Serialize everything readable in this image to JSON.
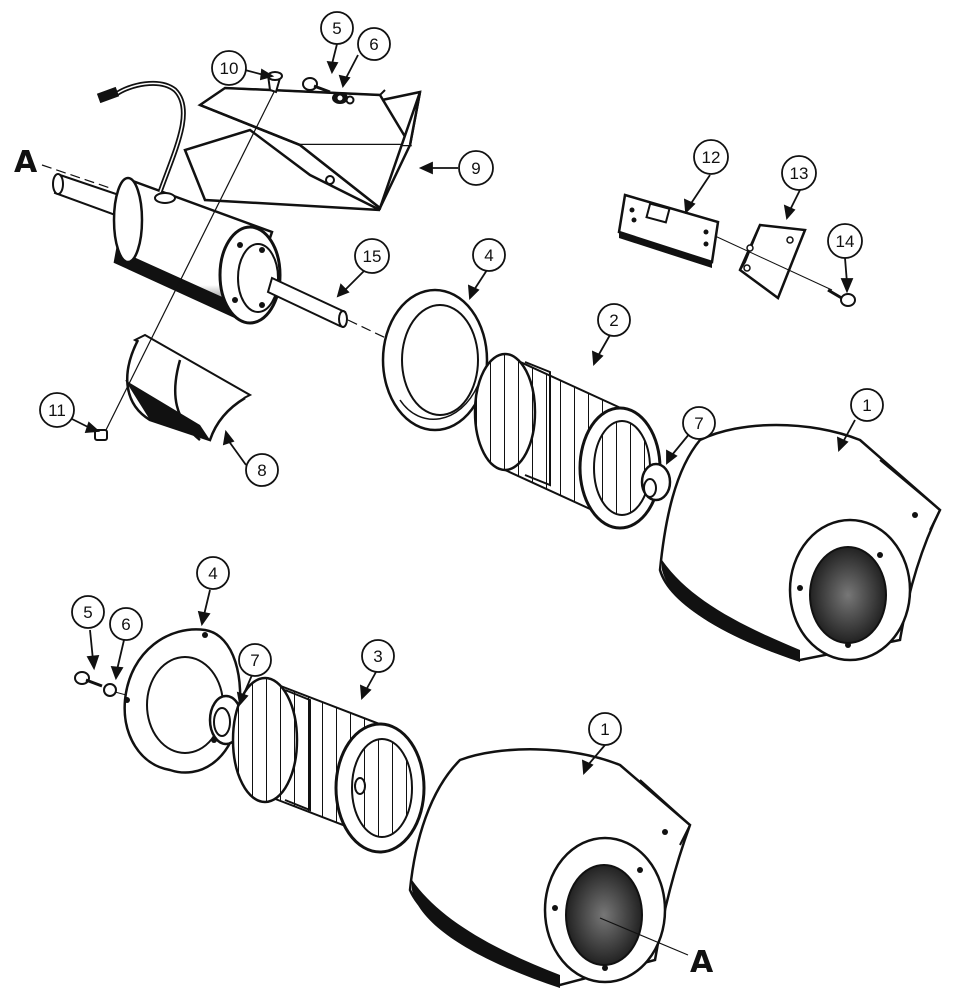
{
  "diagram": {
    "callouts": {
      "c5_top": "5",
      "c6_top": "6",
      "c10": "10",
      "c9": "9",
      "c12": "12",
      "c13": "13",
      "c14": "14",
      "c15": "15",
      "c4_top": "4",
      "c2": "2",
      "c1_top": "1",
      "c7_top": "7",
      "c11": "11",
      "c8": "8",
      "c4_bot": "4",
      "c5_bot": "5",
      "c6_bot": "6",
      "c7_bot": "7",
      "c3": "3",
      "c1_bot": "1"
    },
    "axis_label_top": "A",
    "axis_label_bottom": "A"
  }
}
